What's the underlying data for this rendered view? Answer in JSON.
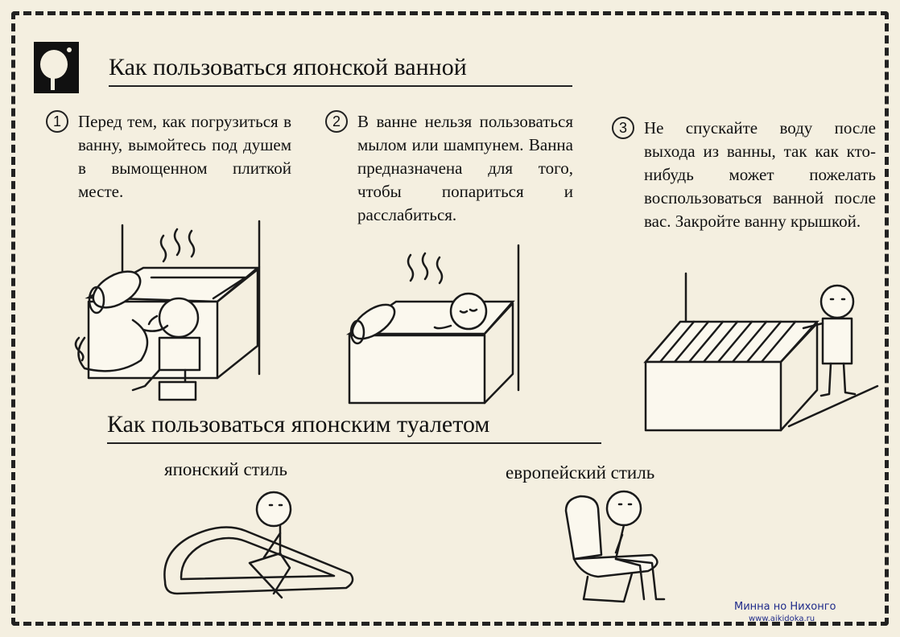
{
  "bath_section": {
    "title": "Как пользоваться японской ванной",
    "steps": [
      {
        "num": "1",
        "text": "Перед тем, как погрузиться в ванну, вымойтесь под душем в вымощенном плиткой месте."
      },
      {
        "num": "2",
        "text": "В ванне нельзя пользоваться мылом или шампунем. Ванна предназначена для того, чтобы попариться и расслабиться."
      },
      {
        "num": "3",
        "text": "Не спускайте воду после выхода из ванны, так как кто-нибудь может пожелать воспользоваться ванной после вас. Закройте ванну крышкой."
      }
    ]
  },
  "toilet_section": {
    "title": "Как пользоваться японским туалетом",
    "japanese_caption": "японский стиль",
    "european_caption": "европейский стиль"
  },
  "credit": {
    "name": "Минна но Нихонго",
    "url": "www.aikidoka.ru"
  },
  "icons": [
    "tree-logo-icon"
  ]
}
